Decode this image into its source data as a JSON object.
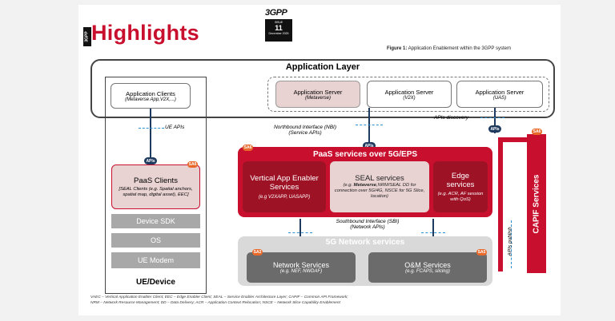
{
  "header": {
    "tag": "3GPP",
    "title": "Highlights",
    "logo_text": "3GPP",
    "issue_label": "ISSUE",
    "issue_number": "11",
    "issue_date": "December 2025"
  },
  "figure": {
    "caption_bold": "Figure 1:",
    "caption_text": " Application Enablement within the 3GPP system"
  },
  "app_layer": {
    "title": "Application Layer",
    "clients_title": "Application Clients",
    "clients_sub": "(Metaverse App,V2X,...)",
    "servers": [
      {
        "title": "Application Server",
        "sub": "(Metaverse)"
      },
      {
        "title": "Application Server",
        "sub": "(V2X)"
      },
      {
        "title": "Application Server",
        "sub": "(UAS)"
      }
    ]
  },
  "labels": {
    "ue_apis": "UE APIs",
    "nbi_line1": "Northbound Interface (NBI)",
    "nbi_line2": "(Service APIs)",
    "apis_discovery": "APIs discovery",
    "sbi_line1": "Southbound Interface (SBI)",
    "sbi_line2": "(Network APIs)",
    "apis_publish": "APIs publish",
    "apis": "APIs"
  },
  "paas": {
    "badge": "SA6",
    "title": "PaaS services over 5G/EPS",
    "vae_title": "Vertical App Enabler Services",
    "vae_sub": "(e.g V2XAPP, UASAPP)",
    "seal_title": "SEAL services",
    "seal_sub_pre": "(e.g. ",
    "seal_sub_bold": "Metaverse",
    "seal_sub_post": ",NRM/SEAL DD for connection over 5G/4G, NSCE for 5G Slice, location)",
    "edge_title": "Edge services",
    "edge_sub": "(e.g. ACR, AF session with QoS)"
  },
  "ue": {
    "paas_badge": "SA6",
    "paas_title": "PaaS Clients",
    "paas_sub": "[SEAL Clients (e.g. Spatial anchors, spatial map, digital asset), EEC]",
    "device_sdk": "Device SDK",
    "os": "OS",
    "modem": "UE Modem",
    "title": "UE/Device"
  },
  "network": {
    "title": "5G Network services",
    "ns_badge": "SA2",
    "ns_title": "Network Services",
    "ns_sub": "(e.g. NEF, NWDAF)",
    "om_badge": "SA5",
    "om_title": "O&M Services",
    "om_sub": "(e.g. FCAPS, slicing)"
  },
  "capif": {
    "badge": "SA6",
    "title": "CAPIF Services"
  },
  "footnote": {
    "line1": "VAEC – Vertical Application Enabler Client; EEC – Edge Enabler Client; SEAL – Service Enabler Architecture Layer; CAPIF – Common API Framework;",
    "line2": "NRM – Network Resource Management; DD – Data Delivery; ACR – Application Context Relocation; NSCE – Network Slice Capability Enablement"
  },
  "colors": {
    "brand_red": "#c8102e",
    "dark_red": "#9e1226",
    "pink": "#e8d2d2",
    "grey": "#a8a8a8",
    "dark_grey": "#6b6b6b",
    "navy": "#1f3a5f",
    "orange": "#e8692a"
  }
}
